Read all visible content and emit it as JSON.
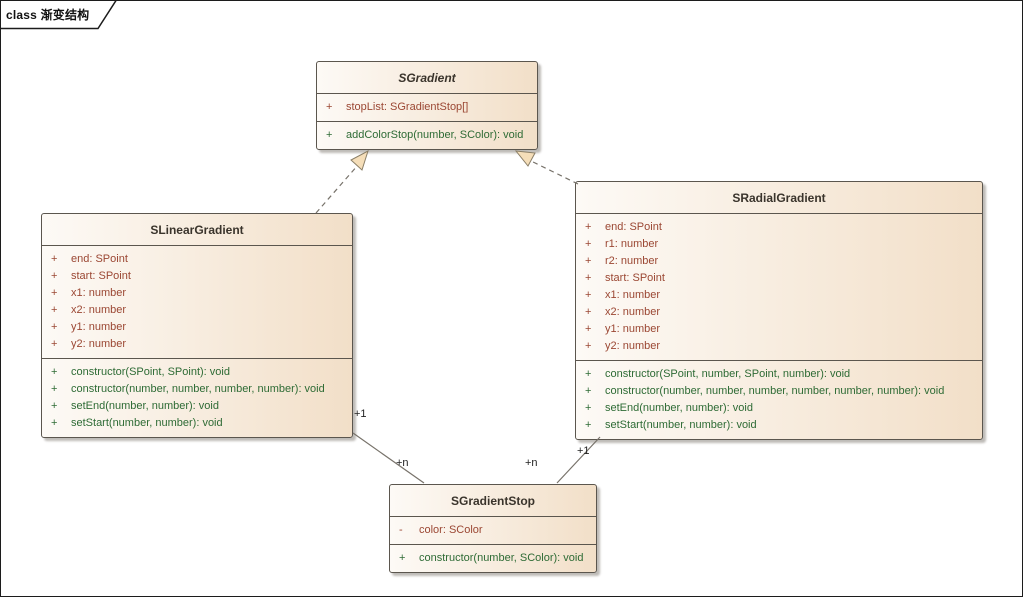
{
  "diagram": {
    "tab_label": "class 渐变结构"
  },
  "classes": [
    {
      "name": "SGradient",
      "stereotype": "abstract",
      "attributes": [
        {
          "vis": "+",
          "text": "stopList: SGradientStop[]"
        }
      ],
      "methods": [
        {
          "vis": "+",
          "text": "addColorStop(number, SColor): void"
        }
      ]
    },
    {
      "name": "SLinearGradient",
      "stereotype": "class",
      "attributes": [
        {
          "vis": "+",
          "text": "end: SPoint"
        },
        {
          "vis": "+",
          "text": "start: SPoint"
        },
        {
          "vis": "+",
          "text": "x1: number"
        },
        {
          "vis": "+",
          "text": "x2: number"
        },
        {
          "vis": "+",
          "text": "y1: number"
        },
        {
          "vis": "+",
          "text": "y2: number"
        }
      ],
      "methods": [
        {
          "vis": "+",
          "text": "constructor(SPoint, SPoint): void"
        },
        {
          "vis": "+",
          "text": "constructor(number, number, number, number): void"
        },
        {
          "vis": "+",
          "text": "setEnd(number, number): void"
        },
        {
          "vis": "+",
          "text": "setStart(number, number): void"
        }
      ]
    },
    {
      "name": "SRadialGradient",
      "stereotype": "class",
      "attributes": [
        {
          "vis": "+",
          "text": "end: SPoint"
        },
        {
          "vis": "+",
          "text": "r1: number"
        },
        {
          "vis": "+",
          "text": "r2: number"
        },
        {
          "vis": "+",
          "text": "start: SPoint"
        },
        {
          "vis": "+",
          "text": "x1: number"
        },
        {
          "vis": "+",
          "text": "x2: number"
        },
        {
          "vis": "+",
          "text": "y1: number"
        },
        {
          "vis": "+",
          "text": "y2: number"
        }
      ],
      "methods": [
        {
          "vis": "+",
          "text": "constructor(SPoint, number, SPoint, number): void"
        },
        {
          "vis": "+",
          "text": "constructor(number, number, number, number, number, number): void"
        },
        {
          "vis": "+",
          "text": "setEnd(number, number): void"
        },
        {
          "vis": "+",
          "text": "setStart(number, number): void"
        }
      ]
    },
    {
      "name": "SGradientStop",
      "stereotype": "class",
      "attributes": [
        {
          "vis": "-",
          "text": "color: SColor"
        }
      ],
      "methods": [
        {
          "vis": "+",
          "text": "constructor(number, SColor): void"
        }
      ]
    }
  ],
  "relations": {
    "generalizations": [
      {
        "from": "SLinearGradient",
        "to": "SGradient",
        "style": "dashed-hollow-triangle"
      },
      {
        "from": "SRadialGradient",
        "to": "SGradient",
        "style": "dashed-hollow-triangle"
      }
    ],
    "associations": [
      {
        "from": "SLinearGradient",
        "to": "SGradientStop",
        "from_label": "+1",
        "to_label": "+n"
      },
      {
        "from": "SRadialGradient",
        "to": "SGradientStop",
        "from_label": "+1",
        "to_label": "+n"
      }
    ]
  },
  "colors": {
    "box_fill_left": "#fdfaf6",
    "box_fill_right": "#f2dfc8",
    "box_border": "#5b564e",
    "title_text": "#3a342c",
    "attribute_text": "#9b4733",
    "method_text": "#2e6b35",
    "connector": "#77726a",
    "arrowhead_fill": "#f5deb9",
    "label_text": "#222222"
  }
}
